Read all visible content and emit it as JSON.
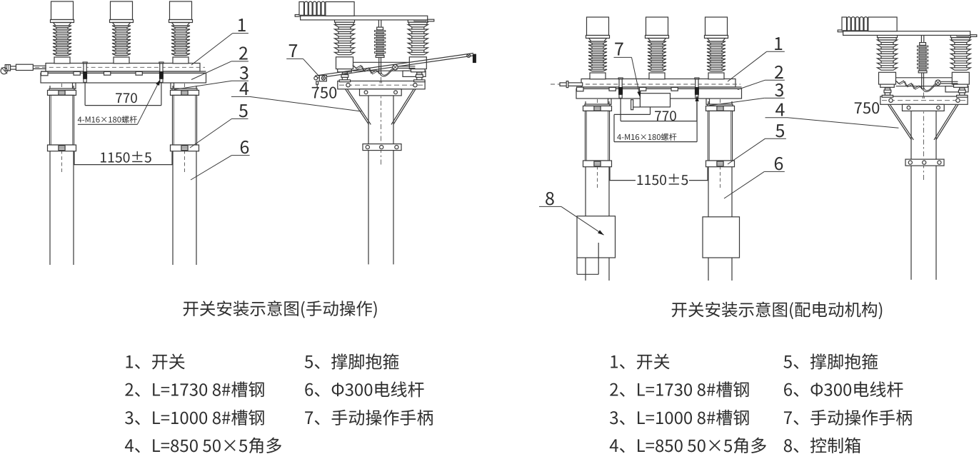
{
  "drawing_type": "switch-installation-diagram",
  "colors": {
    "background": "#ffffff",
    "ink": "#383838",
    "text": "#2e2e2e"
  },
  "views": {
    "manual": {
      "dim_spacing": "770",
      "dim_poles": "1150±5",
      "dim_offset": "750",
      "bolt_label": "4-M16×180螺杆",
      "callouts": [
        "1",
        "2",
        "3",
        "4",
        "5",
        "6",
        "7"
      ]
    },
    "motor": {
      "dim_spacing": "770",
      "dim_poles": "1150±5",
      "dim_offset": "750",
      "bolt_label": "4-M16×180螺杆",
      "callouts": [
        "1",
        "2",
        "3",
        "4",
        "5",
        "6",
        "7",
        "8"
      ]
    }
  },
  "titles": {
    "left": "开关安装示意图(手动操作)",
    "right": "开关安装示意图(配电动机构)"
  },
  "legend_left": {
    "col1": [
      "1、开关",
      "2、L=1730 8#槽钢",
      "3、L=1000 8#槽钢",
      "4、L=850 50×5角多"
    ],
    "col2": [
      "5、撑脚抱箍",
      "6、Φ300电线杆",
      "7、手动操作手柄"
    ]
  },
  "legend_right": {
    "col1": [
      "1、开关",
      "2、L=1730 8#槽钢",
      "3、L=1000 8#槽钢",
      "4、L=850 50×5角多"
    ],
    "col2": [
      "5、撑脚抱箍",
      "6、Φ300电线杆",
      "7、手动操作手柄",
      "8、控制箱"
    ]
  }
}
